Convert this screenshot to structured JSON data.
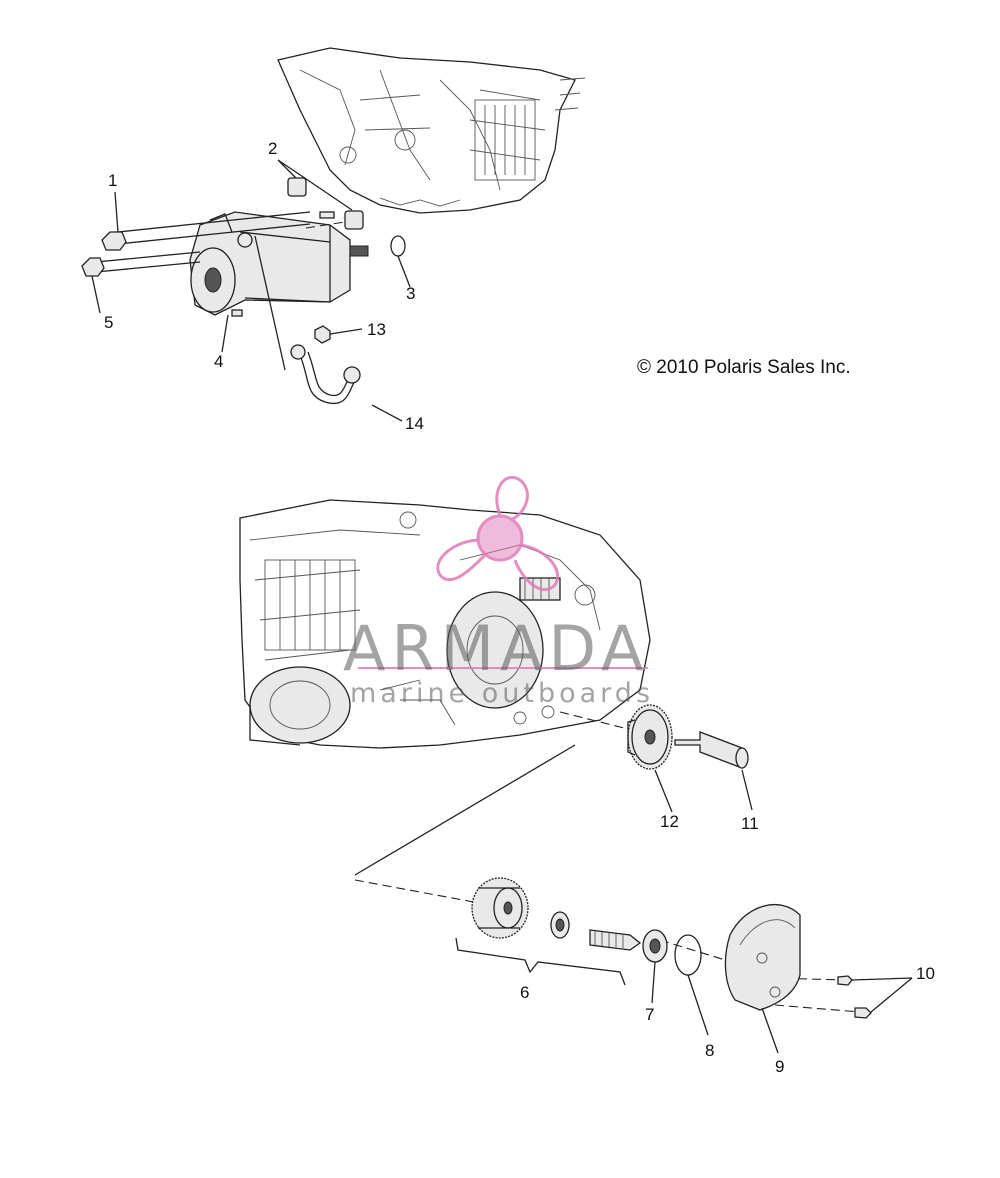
{
  "callouts": {
    "c1": "1",
    "c2": "2",
    "c3": "3",
    "c4": "4",
    "c5": "5",
    "c6": "6",
    "c7": "7",
    "c8": "8",
    "c9": "9",
    "c10": "10",
    "c11": "11",
    "c12": "12",
    "c13": "13",
    "c14": "14"
  },
  "copyright": "© 2010 Polaris Sales Inc.",
  "watermark": {
    "main": "ARMADA",
    "sub": "marine outboards",
    "color": "#e07ab8"
  }
}
